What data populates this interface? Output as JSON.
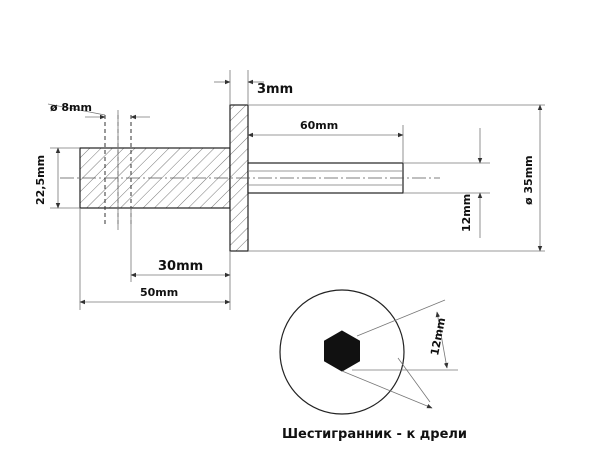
{
  "labels": {
    "flange_thickness": "3mm",
    "pin_diameter": "ø 8mm",
    "right_shaft_length": "60mm",
    "left_diameter": "22,5mm",
    "flange_diameter": "ø 35mm",
    "right_shaft_diameter": "12mm",
    "pin_offset": "30mm",
    "left_length": "50mm",
    "hex_size": "12mm",
    "caption": "Шестигранник - к дрели"
  },
  "colors": {
    "line": "#222222",
    "dimension": "#777777",
    "text": "#111111"
  }
}
